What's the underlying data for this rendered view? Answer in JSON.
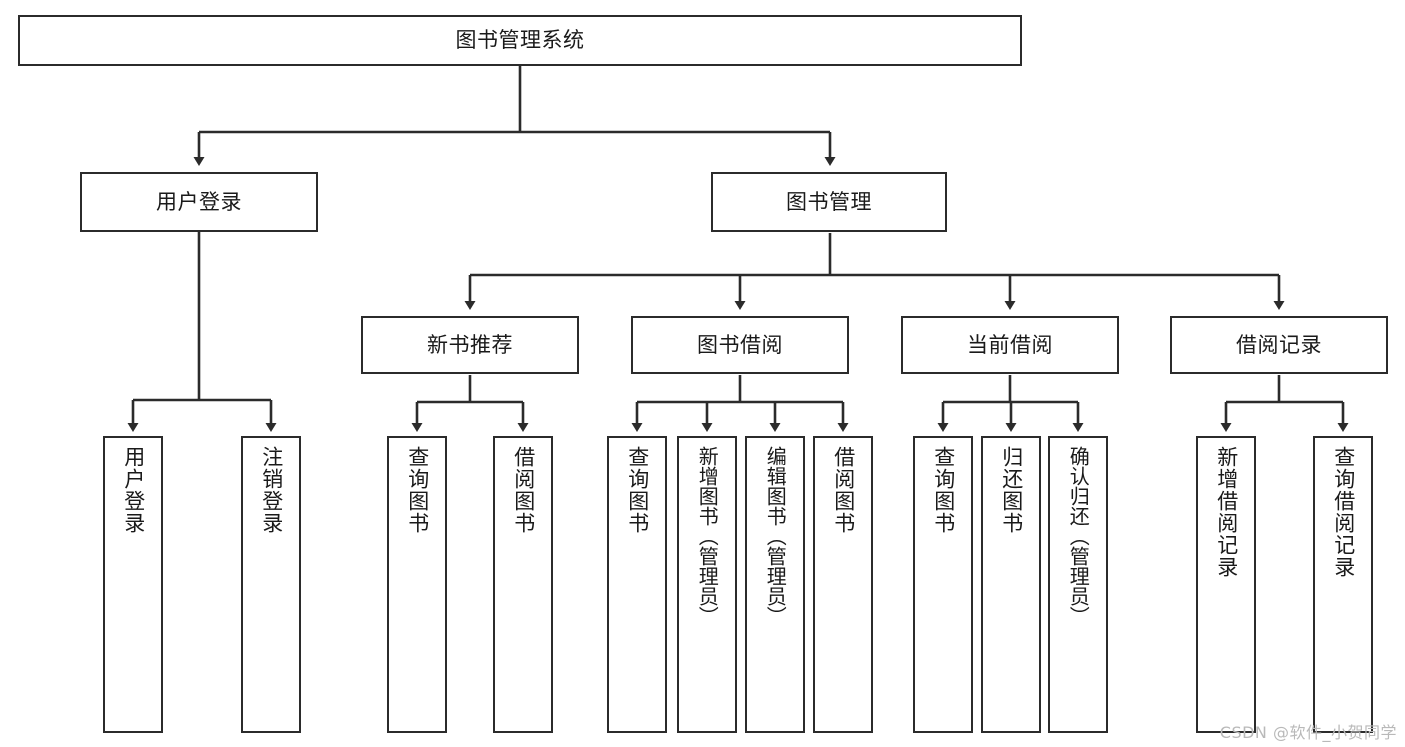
{
  "diagram": {
    "type": "tree-hierarchy-chart",
    "title": "图书管理系统",
    "colors": {
      "background": "#ffffff",
      "box_fill": "#ffffff",
      "box_stroke": "#2b2b2b",
      "edge_stroke": "#2b2b2b",
      "text": "#1a1a1a",
      "watermark": "#b9b9b9"
    },
    "root": {
      "label": "图书管理系统"
    },
    "level2": [
      {
        "label": "用户登录"
      },
      {
        "label": "图书管理"
      }
    ],
    "level3": [
      {
        "label": "新书推荐"
      },
      {
        "label": "图书借阅"
      },
      {
        "label": "当前借阅"
      },
      {
        "label": "借阅记录"
      }
    ],
    "leaves": {
      "user_login": [
        {
          "label": "用户登录"
        },
        {
          "label": "注销登录"
        }
      ],
      "new_book_recommend": [
        {
          "label": "查询图书"
        },
        {
          "label": "借阅图书"
        }
      ],
      "book_borrow": [
        {
          "label": "查询图书"
        },
        {
          "label": "新增图书（管理员）"
        },
        {
          "label": "编辑图书（管理员）"
        },
        {
          "label": "借阅图书"
        }
      ],
      "current_borrow": [
        {
          "label": "查询图书"
        },
        {
          "label": "归还图书"
        },
        {
          "label": "确认归还（管理员）"
        }
      ],
      "borrow_record": [
        {
          "label": "新增借阅记录"
        },
        {
          "label": "查询借阅记录"
        }
      ]
    }
  },
  "watermark": {
    "text": "CSDN @软件_小贺同学"
  }
}
